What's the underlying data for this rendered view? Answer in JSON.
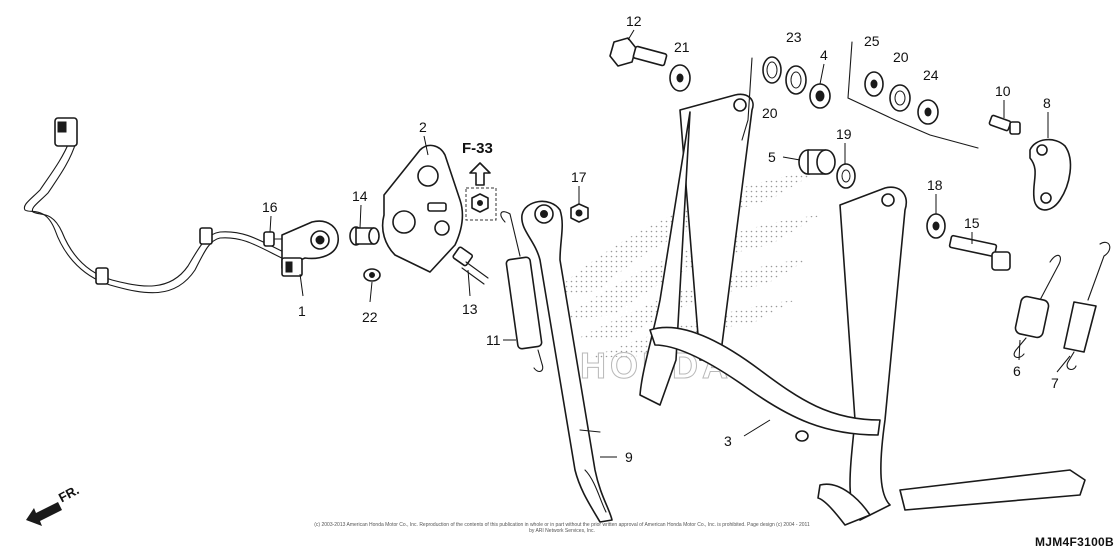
{
  "diagram": {
    "reference_label": "F-33",
    "direction_label": "FR.",
    "drawing_code": "MJM4F3100B",
    "watermark_text": "HONDA",
    "copyright_text": "(c) 2003-2013 American Honda Motor Co., Inc. Reproduction of the contents of this publication in whole or in part without the prior written approval of American Honda Motor Co., Inc. is prohibited. Page design (c) 2004 - 2011 by ARI Network Services, Inc.",
    "callouts": [
      {
        "id": "1",
        "label": "1"
      },
      {
        "id": "2",
        "label": "2"
      },
      {
        "id": "3",
        "label": "3"
      },
      {
        "id": "4",
        "label": "4"
      },
      {
        "id": "5",
        "label": "5"
      },
      {
        "id": "6",
        "label": "6"
      },
      {
        "id": "7",
        "label": "7"
      },
      {
        "id": "8",
        "label": "8"
      },
      {
        "id": "9",
        "label": "9"
      },
      {
        "id": "10",
        "label": "10"
      },
      {
        "id": "11",
        "label": "11"
      },
      {
        "id": "12",
        "label": "12"
      },
      {
        "id": "13",
        "label": "13"
      },
      {
        "id": "14",
        "label": "14"
      },
      {
        "id": "15",
        "label": "15"
      },
      {
        "id": "16",
        "label": "16"
      },
      {
        "id": "17",
        "label": "17"
      },
      {
        "id": "18",
        "label": "18"
      },
      {
        "id": "19",
        "label": "19"
      },
      {
        "id": "20a",
        "label": "20"
      },
      {
        "id": "20b",
        "label": "20"
      },
      {
        "id": "21",
        "label": "21"
      },
      {
        "id": "22",
        "label": "22"
      },
      {
        "id": "23",
        "label": "23"
      },
      {
        "id": "24",
        "label": "24"
      },
      {
        "id": "25",
        "label": "25"
      }
    ]
  }
}
